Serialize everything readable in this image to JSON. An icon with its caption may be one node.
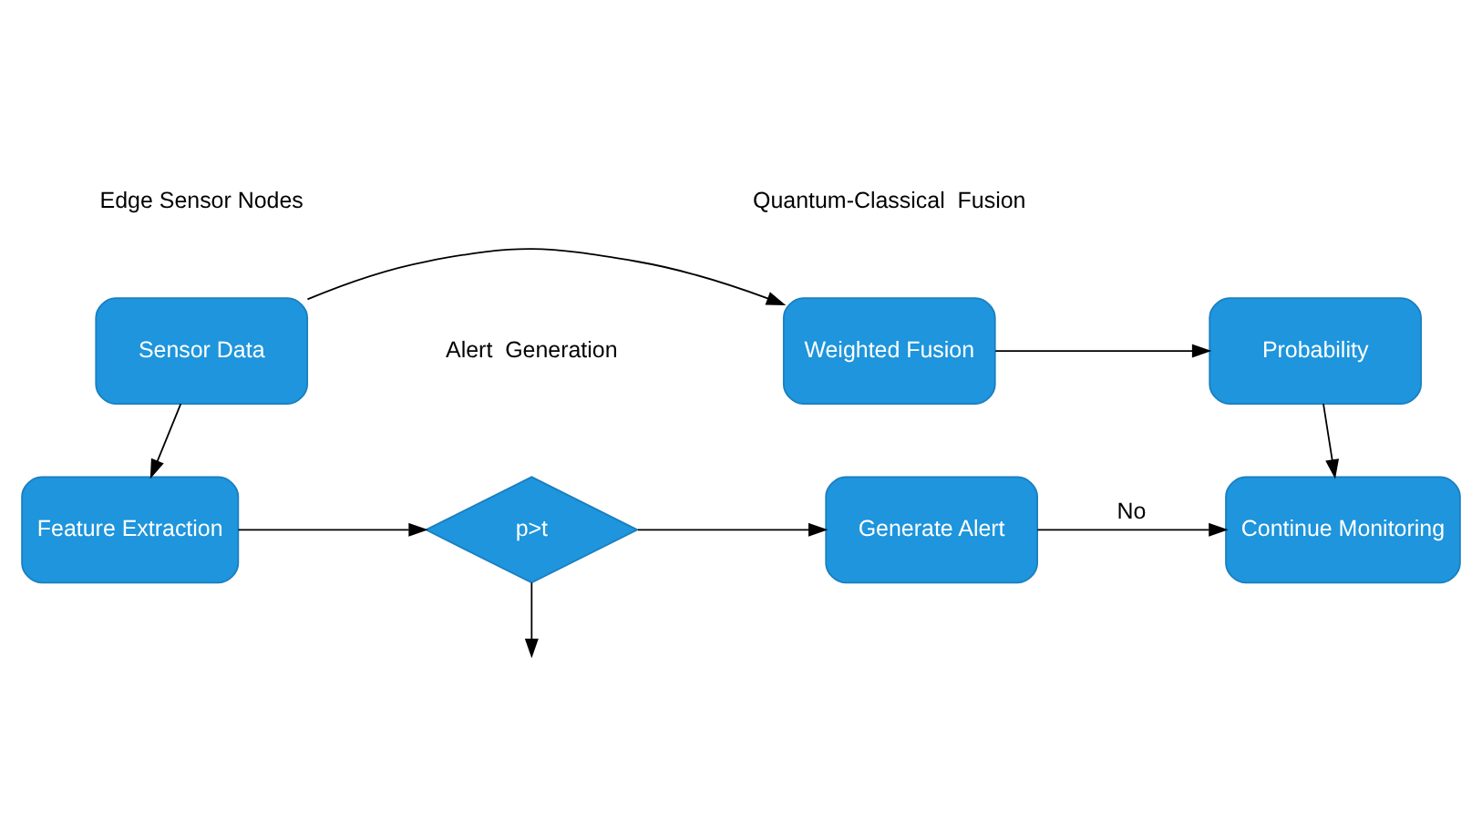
{
  "diagram": {
    "nodes": [
      {
        "text": [
          "Sensor Data"
        ]
      },
      {
        "text": [
          "Weighted Fusion"
        ]
      },
      {
        "text": [
          "Probability"
        ]
      },
      {
        "text": [
          "Feature Extraction"
        ]
      },
      {
        "text": [
          "p>t"
        ]
      },
      {
        "text": [
          "Generate Alert"
        ]
      },
      {
        "text": [
          "Continue Monitoring"
        ]
      }
    ],
    "edges": [
      {
        "from": 0,
        "to": 1,
        "arrow": "to"
      },
      {
        "from": 1,
        "to": 2,
        "arrow": "to"
      },
      {
        "from": 0,
        "to": 3,
        "arrow": "to"
      },
      {
        "from": 2,
        "to": 6,
        "arrow": "to"
      },
      {
        "from": 3,
        "to": 4,
        "arrow": "to"
      },
      {
        "from": 4,
        "to": 5,
        "arrow": "to"
      },
      {
        "from": 5,
        "to": 6,
        "arrow": "to",
        "label": "No"
      },
      {
        "from": 4,
        "to": null,
        "arrow": "to"
      }
    ],
    "labels": [
      "Edge Sensor Nodes",
      "Quantum-Classical  Fusion",
      "Alert  Generation"
    ]
  }
}
